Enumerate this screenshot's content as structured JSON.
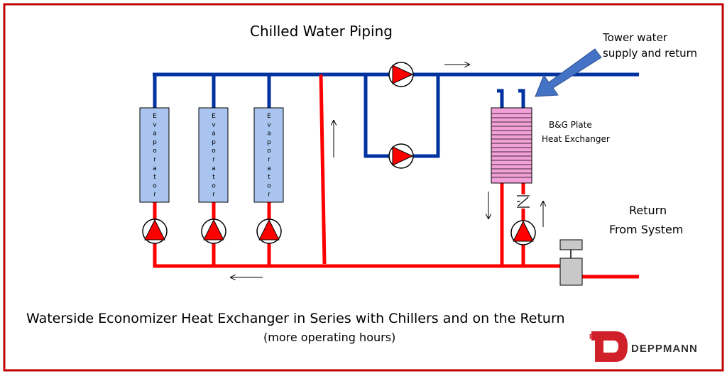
{
  "title": "Chilled Water Piping",
  "tower_label_line1": "Tower water",
  "tower_label_line2": "supply and return",
  "hx_label_line1": "B&G Plate",
  "hx_label_line2": "Heat Exchanger",
  "return_label_line1": "Return",
  "return_label_line2": "From System",
  "evaporator_letters": [
    "E",
    "v",
    "a",
    "p",
    "o",
    "r",
    "a",
    "t",
    "o",
    "r"
  ],
  "caption": "Waterside Economizer Heat Exchanger in Series with Chillers and on the Return",
  "subcaption": "(more operating hours)",
  "logo_monogram": "RL",
  "logo_text": "DEPPMANN",
  "colors": {
    "border": "#c00000",
    "supply_pipe": "#0033a0",
    "return_pipe": "#ff0000",
    "evaporator_fill": "#a9c4ee",
    "hx_fill": "#f2a0d8",
    "callout_arrow": "#4472c4",
    "valve_fill": "#c8c8c8"
  }
}
